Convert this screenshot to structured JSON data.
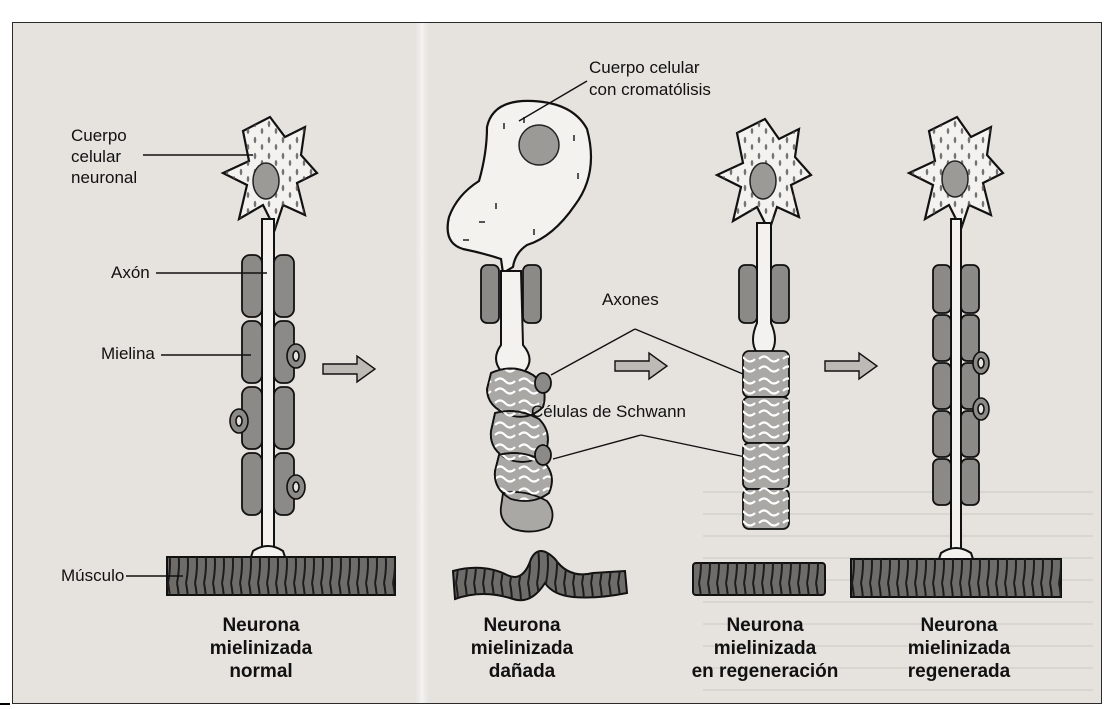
{
  "labels": {
    "cuerpo_neuronal": [
      "Cuerpo",
      "celular",
      "neuronal"
    ],
    "axon": "Axón",
    "mielina": "Mielina",
    "musculo": "Músculo",
    "cuerpo_cromatolisis": [
      "Cuerpo celular",
      "con cromatólisis"
    ],
    "axones": "Axones",
    "celulas_schwann": "Células de Schwann"
  },
  "captions": [
    [
      "Neurona",
      "mielinizada",
      "normal"
    ],
    [
      "Neurona",
      "mielinizada",
      "dañada"
    ],
    [
      "Neurona",
      "mielinizada",
      "en regeneración"
    ],
    [
      "Neurona",
      "mielinizada",
      "regenerada"
    ]
  ]
}
